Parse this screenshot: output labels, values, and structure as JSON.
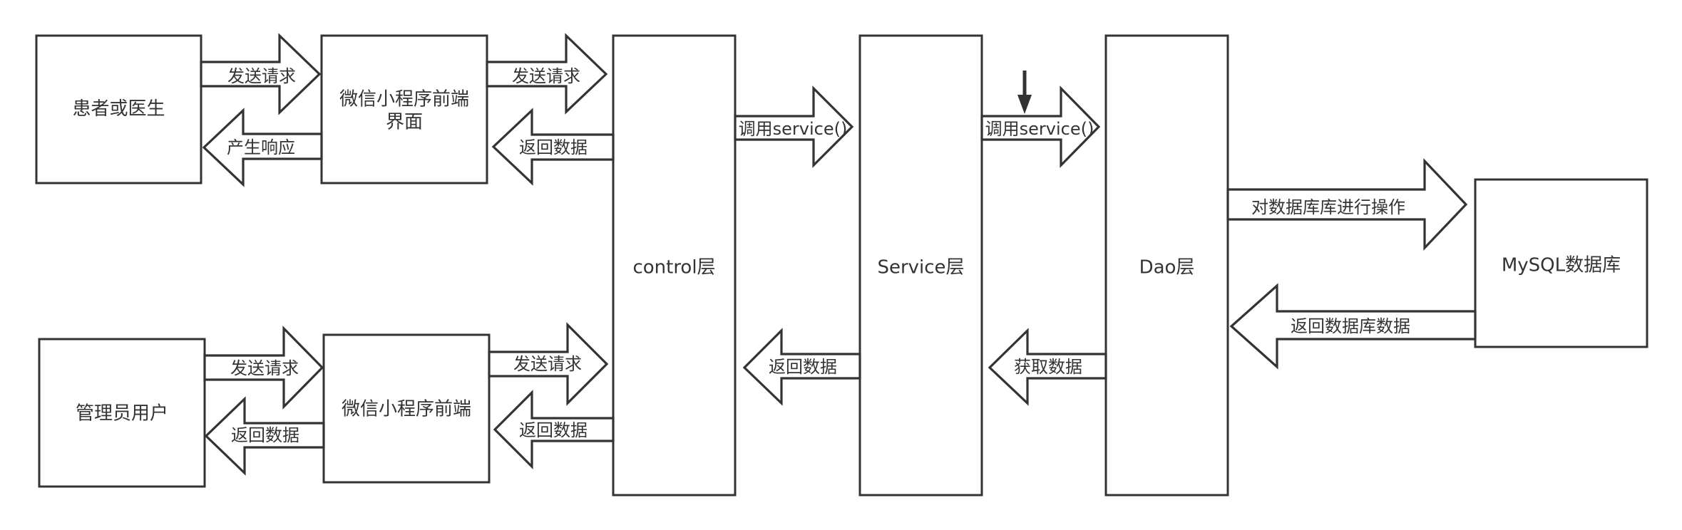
{
  "boxes": {
    "patient_doctor": "患者或医生",
    "miniprogram_ui_line1": "微信小程序前端",
    "miniprogram_ui_line2": "界面",
    "admin_user": "管理员用户",
    "miniprogram_admin": "微信小程序前端",
    "control_layer": "control层",
    "service_layer": "Service层",
    "dao_layer": "Dao层",
    "mysql_db": "MySQL数据库"
  },
  "arrows": {
    "patient_send_request": "发送请求",
    "patient_response": "产生响应",
    "ui_send_request": "发送请求",
    "ui_return_data": "返回数据",
    "admin_send_request": "发送请求",
    "admin_return_data": "返回数据",
    "admin_ui_send_request": "发送请求",
    "admin_ui_return_data": "返回数据",
    "control_call_service": "调用service()",
    "service_return_data": "返回数据",
    "service_call_dao": "调用service()",
    "dao_get_data": "获取数据",
    "dao_operate_db": "对数据库库进行操作",
    "db_return_data": "返回数据库数据"
  }
}
